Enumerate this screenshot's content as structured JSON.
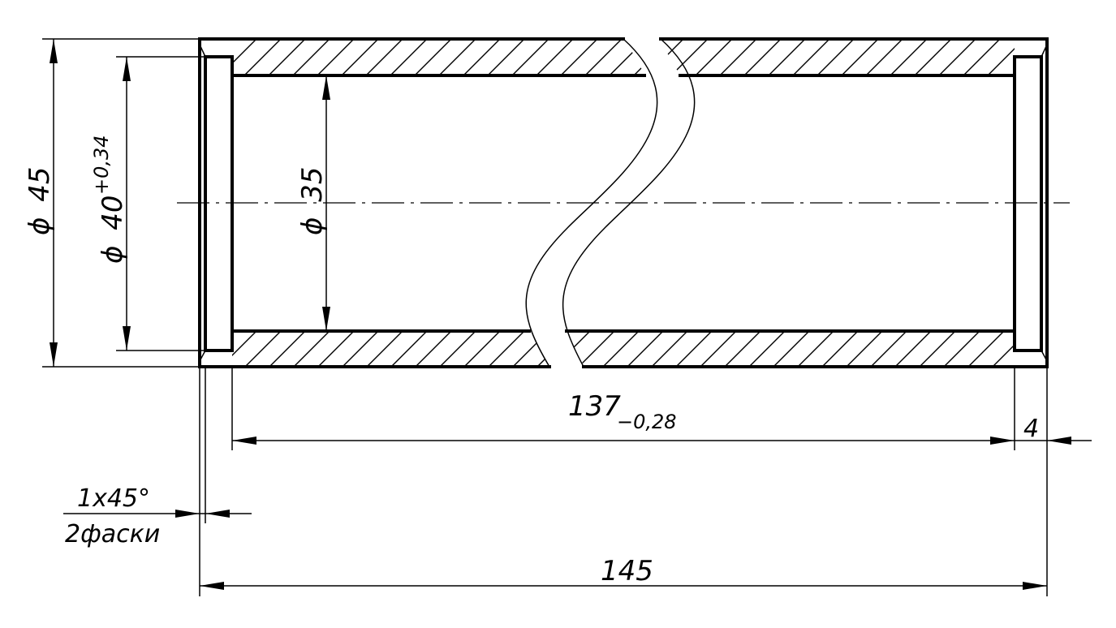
{
  "dimensions": {
    "outer_diameter": {
      "symbol": "ϕ",
      "value": "45"
    },
    "bore_diameter": {
      "symbol": "ϕ",
      "value": "40",
      "tolerance": "+0,34"
    },
    "inner_diameter": {
      "symbol": "ϕ",
      "value": "35"
    },
    "inner_length": {
      "value": "137",
      "tolerance": "−0,28"
    },
    "bore_depth": {
      "value": "4"
    },
    "chamfer": {
      "spec": "1x45°",
      "note": "2фаски"
    },
    "total_length": {
      "value": "145"
    }
  }
}
